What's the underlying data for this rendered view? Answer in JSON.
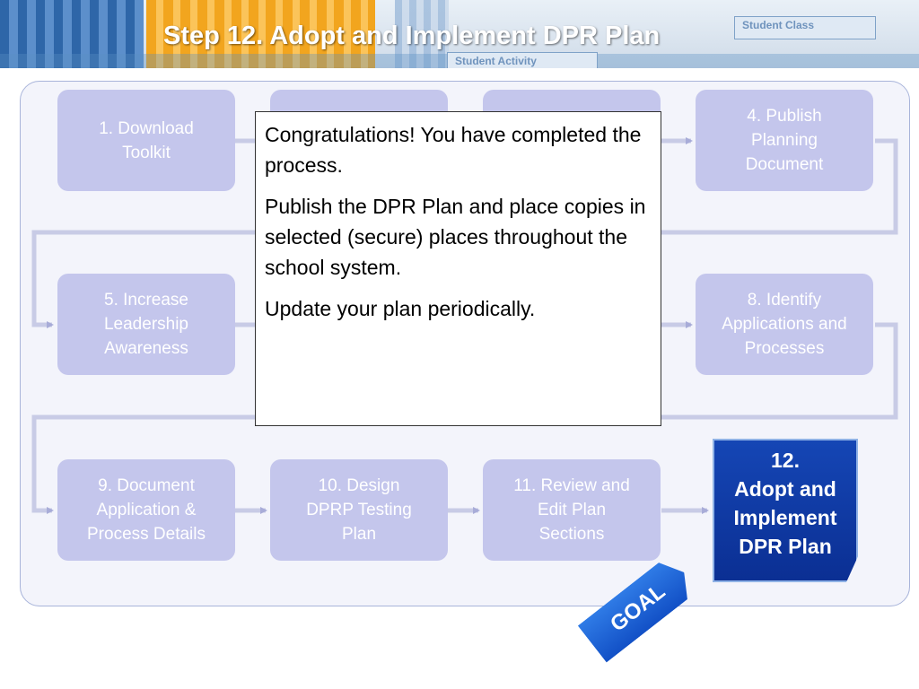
{
  "header": {
    "title": "Step 12.  Adopt and Implement DPR Plan",
    "bg_card_1": "Student Class",
    "bg_card_2": "Student Activity"
  },
  "steps": [
    {
      "lines": [
        "1. Download",
        "Toolkit"
      ]
    },
    {
      "lines": [
        "4. Publish",
        "Planning",
        "Document"
      ]
    },
    {
      "lines": [
        "5. Increase",
        "Leadership",
        "Awareness"
      ]
    },
    {
      "lines": [
        "8. Identify",
        "Applications and",
        "Processes"
      ]
    },
    {
      "lines": [
        "9. Document",
        "Application &",
        "Process Details"
      ]
    },
    {
      "lines": [
        "10. Design",
        "DPRP Testing",
        "Plan"
      ]
    },
    {
      "lines": [
        "11. Review and",
        "Edit Plan",
        "Sections"
      ]
    },
    {
      "lines": [
        "12.",
        "Adopt and",
        "Implement",
        "DPR Plan"
      ]
    }
  ],
  "goal_label": "GOAL",
  "callout": {
    "paragraphs": [
      "Congratulations!  You have completed the process.",
      "Publish the DPR Plan and place copies in selected (secure) places throughout the school system.",
      "Update your plan periodically."
    ]
  },
  "colors": {
    "step_fill": "#c4c6ec",
    "goal_fill": "#0b2f93",
    "connector": "#c8cbe6",
    "arrowhead": "#a8acd8"
  }
}
